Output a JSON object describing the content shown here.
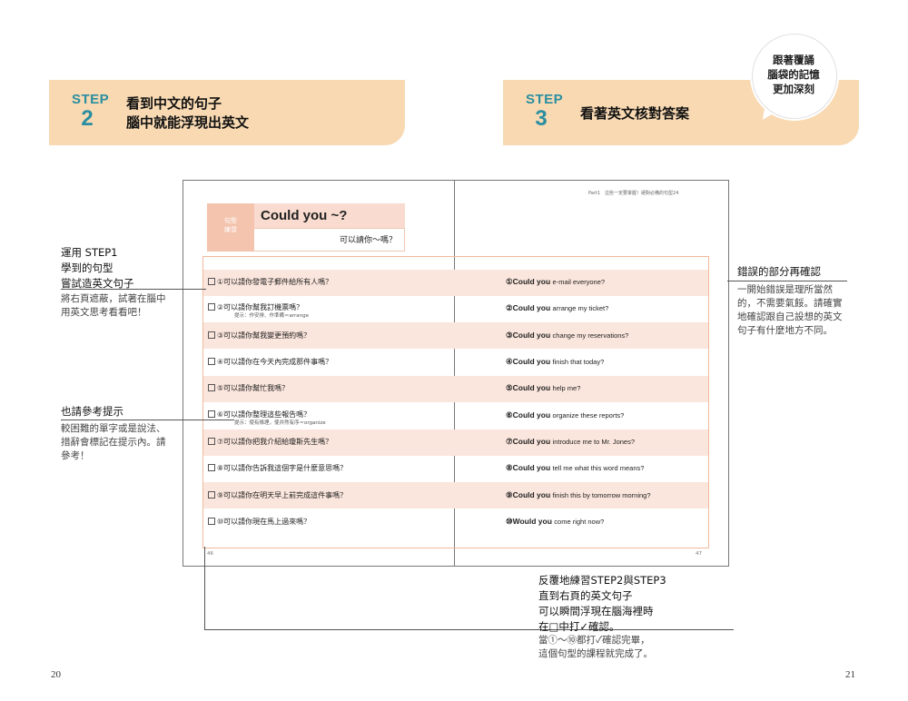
{
  "step2": {
    "step_word": "STEP",
    "step_num": "2",
    "title_line1": "看到中文的句子",
    "title_line2": "腦中就能浮現出英文"
  },
  "step3": {
    "step_word": "STEP",
    "step_num": "3",
    "title": "看著英文核對答案"
  },
  "bubble": {
    "line1": "跟著覆誦",
    "line2": "腦袋的記憶",
    "line3": "更加深刻"
  },
  "book": {
    "header_right": "Part1　這些一定要掌握！絕對必備的句型24",
    "pattern_side_line1": "句型",
    "pattern_side_line2": "練習",
    "pattern_title": "Could you ~?",
    "pattern_translation": "可以請你～嗎？",
    "questions": [
      {
        "text": "①可以請你發電子郵件給所有人嗎？"
      },
      {
        "text": "②可以請你幫我訂機票嗎？",
        "hint": "提示：作安排、作準備＝arrange"
      },
      {
        "text": "③可以請你幫我變更預約嗎？"
      },
      {
        "text": "④可以請你在今天內完成那件事嗎？"
      },
      {
        "text": "⑤可以請你幫忙我嗎？"
      },
      {
        "text": "⑥可以請你整理這些報告嗎？",
        "hint": "提示：使有條理，使井然有序＝organize"
      },
      {
        "text": "⑦可以請你把我介紹給瓊斯先生嗎？"
      },
      {
        "text": "⑧可以請你告訴我這個字是什麼意思嗎？"
      },
      {
        "text": "⑨可以請你在明天早上前完成這件事嗎？"
      },
      {
        "text": "⑩可以請你現在馬上過來嗎？"
      }
    ],
    "answers": [
      {
        "lead": "①Could you",
        "rest": "e-mail everyone?"
      },
      {
        "lead": "②Could you",
        "rest": "arrange my ticket?"
      },
      {
        "lead": "③Could you",
        "rest": "change my reservations?"
      },
      {
        "lead": "④Could you",
        "rest": "finish that today?"
      },
      {
        "lead": "⑤Could you",
        "rest": "help me?"
      },
      {
        "lead": "⑥Could you",
        "rest": "organize these reports?"
      },
      {
        "lead": "⑦Could you",
        "rest": "introduce me to Mr. Jones?"
      },
      {
        "lead": "⑧Could you",
        "rest": "tell me what this word means?"
      },
      {
        "lead": "⑨Could you",
        "rest": "finish this by tomorrow morning?"
      },
      {
        "lead": "⑩Would you",
        "rest": "come right now?"
      }
    ],
    "page_left": "46",
    "page_right": "47"
  },
  "annotations": {
    "a1_title_1": "運用 STEP1",
    "a1_title_2": "學到的句型",
    "a1_title_3": "嘗試造英文句子",
    "a1_body_1": "將右頁遮蔽，試著在腦中",
    "a1_body_2": "用英文思考看看吧！",
    "a2_title": "也請參考提示",
    "a2_body_1": "較困難的單字或是說法、",
    "a2_body_2": "措辭會標記在提示內。請",
    "a2_body_3": "參考！",
    "a3_title": "錯誤的部分再確認",
    "a3_body_1": "一開始錯誤是理所當然",
    "a3_body_2": "的，不需要氣餒。請確實",
    "a3_body_3": "地確認跟自己設想的英文",
    "a3_body_4": "句子有什麼地方不同。",
    "a4_title_1": "反覆地練習STEP2與STEP3",
    "a4_title_2": "直到右頁的英文句子",
    "a4_title_3": "可以瞬間浮現在腦海裡時",
    "a4_title_4": "在□中打✓確認。",
    "a4_body_1": "當①～⑩都打✓確認完畢，",
    "a4_body_2": "這個句型的課程就完成了。"
  },
  "page_numbers": {
    "left": "20",
    "right": "21"
  }
}
